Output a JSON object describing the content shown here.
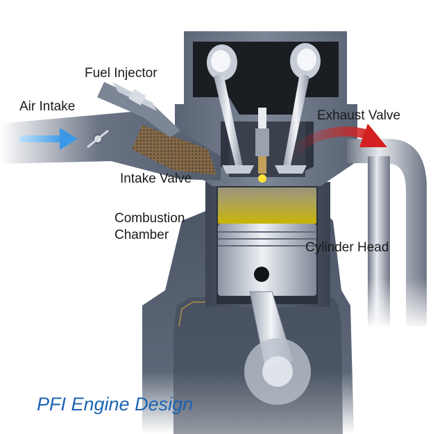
{
  "labels": {
    "fuel_injector": "Fuel Injector",
    "spark_plug": "Spark Plug",
    "air_intake": "Air Intake",
    "exhaust_valve": "Exhaust Valve",
    "intake_valve": "Intake Valve",
    "combustion_chamber_line1": "Combustion",
    "combustion_chamber_line2": "Chamber",
    "cylinder_head": "Cylinder Head"
  },
  "caption": "PFI Engine Design",
  "colors": {
    "engine_dark": "#3c4554",
    "engine_mid": "#6b7687",
    "engine_light": "#aab3c0",
    "air_arrow": "#4aa6ec",
    "exhaust_arrow": "#d42020",
    "fuel_mixture": "#c8b400",
    "caption": "#1b63b4"
  }
}
